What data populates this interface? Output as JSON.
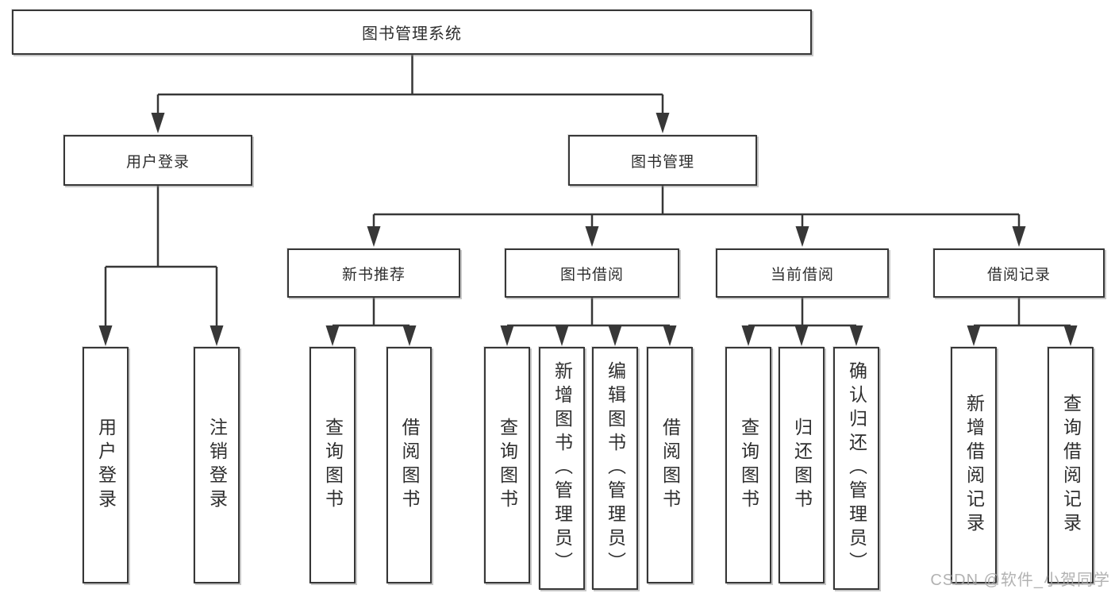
{
  "diagram": {
    "title": "图书管理系统",
    "colors": {
      "line": "#373737",
      "box_border": "#373737",
      "text": "#2e2e2e",
      "watermark": "#a4a4a4",
      "background": "#ffffff"
    },
    "nodes": {
      "root": {
        "label": "图书管理系统"
      },
      "user_login": {
        "label": "用户登录"
      },
      "book_mgmt": {
        "label": "图书管理"
      },
      "new_book_rec": {
        "label": "新书推荐"
      },
      "book_borrow": {
        "label": "图书借阅"
      },
      "current_borrow": {
        "label": "当前借阅"
      },
      "borrow_records": {
        "label": "借阅记录"
      },
      "leaf_user_login": {
        "label": "用户登录"
      },
      "leaf_logout": {
        "label": "注销登录"
      },
      "leaf_query_book_1": {
        "label": "查询图书"
      },
      "leaf_borrow_book_1": {
        "label": "借阅图书"
      },
      "leaf_query_book_2": {
        "label": "查询图书"
      },
      "leaf_add_book": {
        "label": "新增图书（管理员）"
      },
      "leaf_edit_book": {
        "label": "编辑图书（管理员）"
      },
      "leaf_borrow_book_2": {
        "label": "借阅图书"
      },
      "leaf_query_book_3": {
        "label": "查询图书"
      },
      "leaf_return_book": {
        "label": "归还图书"
      },
      "leaf_confirm_return": {
        "label": "确认归还（管理员）"
      },
      "leaf_add_record": {
        "label": "新增借阅记录"
      },
      "leaf_query_record": {
        "label": "查询借阅记录"
      }
    },
    "hierarchy": {
      "图书管理系统": {
        "用户登录": [
          "用户登录",
          "注销登录"
        ],
        "图书管理": {
          "新书推荐": [
            "查询图书",
            "借阅图书"
          ],
          "图书借阅": [
            "查询图书",
            "新增图书（管理员）",
            "编辑图书（管理员）",
            "借阅图书"
          ],
          "当前借阅": [
            "查询图书",
            "归还图书",
            "确认归还（管理员）"
          ],
          "借阅记录": [
            "新增借阅记录",
            "查询借阅记录"
          ]
        }
      }
    },
    "watermark": "CSDN @软件_小贺同学"
  }
}
